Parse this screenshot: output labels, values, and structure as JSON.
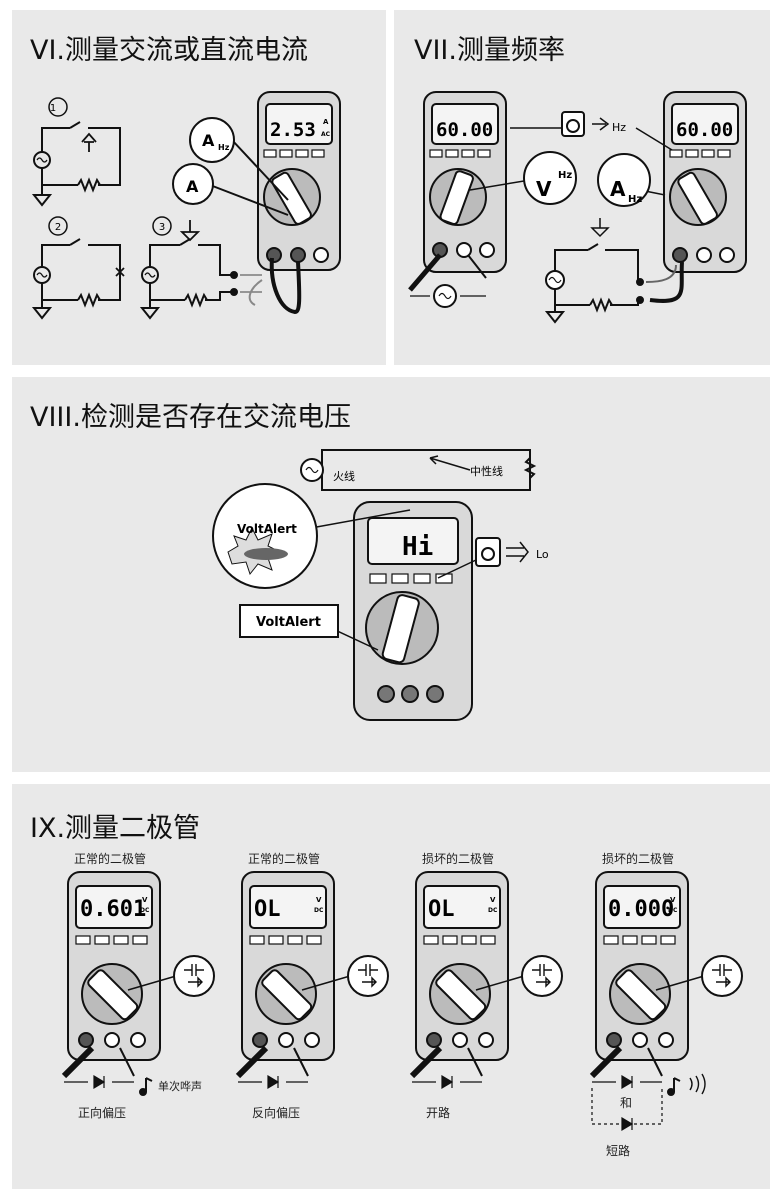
{
  "sections": {
    "s6": {
      "title": "VI.测量交流或直流电流",
      "step_numbers": [
        "1",
        "2",
        "3"
      ],
      "display": "2.53",
      "display_unit": "A",
      "display_unit2": "AC",
      "dial_label_1": "A",
      "dial_label_1_sub": "Hz",
      "dial_label_2": "A"
    },
    "s7": {
      "title": "VII.测量频率",
      "display_left": "60.00",
      "display_right": "60.00",
      "hz_label": "Hz",
      "dial_v": "V",
      "dial_v_sub": "Hz",
      "dial_a": "A",
      "dial_a_sub": "Hz"
    },
    "s8": {
      "title": "VIII.检测是否存在交流电压",
      "live_label": "火线",
      "neutral_label": "中性线",
      "voltalert_top": "VoltAlert",
      "voltalert_box": "VoltAlert",
      "display": "Hi",
      "lo_label": "Lo"
    },
    "s9": {
      "title": "IX.测量二极管",
      "meters": [
        {
          "caption": "正常的二极管",
          "display": "0.601",
          "bottom_note": "正向偏压",
          "side_note": "单次哗声"
        },
        {
          "caption": "正常的二极管",
          "display": "OL",
          "bottom_note": "反向偏压",
          "side_note": ""
        },
        {
          "caption": "损坏的二极管",
          "display": "OL",
          "bottom_note": "开路",
          "side_note": ""
        },
        {
          "caption": "损坏的二极管",
          "display": "0.000",
          "bottom_note": "短路",
          "side_note": "",
          "mid_note": "和"
        }
      ],
      "unit_top": "V",
      "unit_bottom": "DC"
    }
  },
  "icons": [
    "meter-icon",
    "rotary-dial-icon",
    "probe-icon",
    "ac-source-icon",
    "ground-icon",
    "switch-icon",
    "resistor-icon",
    "speaker-icon",
    "diode-icon",
    "arrow-icon"
  ],
  "colors": {
    "panel": "#e9e9e9",
    "ink": "#111111",
    "screen": "#f4f4f4"
  }
}
